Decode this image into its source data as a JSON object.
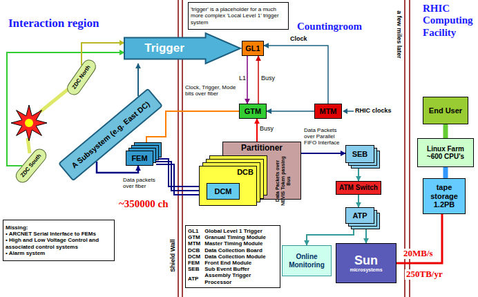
{
  "diagram": {
    "nodes": [
      {
        "text": [
          "'trigger' is a placeholder for a much more complex 'Local Level 1' trigger system"
        ]
      },
      {
        "text": [
          "Trigger"
        ]
      },
      {
        "text": [
          "GL1"
        ]
      },
      {
        "text": [
          "GTM"
        ]
      },
      {
        "text": [
          "MTM"
        ]
      },
      {
        "text": [
          "ZDC North"
        ]
      },
      {
        "text": [
          "ZDC South"
        ]
      },
      {
        "text": [
          "A Subsystem (e.g. East DC)"
        ]
      },
      {
        "text": [
          "FEM"
        ]
      },
      {
        "text": [
          "Partitioner"
        ]
      },
      {
        "text": [
          "DCB"
        ]
      },
      {
        "text": [
          "DCM"
        ],
        "in": 10
      },
      {
        "text": [
          "SEB"
        ]
      },
      {
        "text": [
          "ATM Switch"
        ]
      },
      {
        "text": [
          "ATP"
        ]
      },
      {
        "text": [
          "Online Monitoring"
        ]
      },
      {
        "text": [
          "Sun",
          "microsystems"
        ]
      },
      {
        "text": [
          "End User"
        ]
      },
      {
        "text": [
          "Linux Farm ~600 CPU's"
        ]
      },
      {
        "text": [
          "tape storage 1.2PB"
        ]
      },
      {
        "text": [
          "Missing:",
          "• ARCNET Serial Interface to FEMs",
          "• High and Low Voltage Control and associated control systems",
          "• Alarm system"
        ]
      },
      {
        "text": [
          "GL1",
          "Global Level 1 Trigger",
          "GTM",
          "Granual Timing Module",
          "MTM",
          "Master Timing Module",
          "DCB",
          "Data Collection Board",
          "DCM",
          "Data Collection Module",
          "FEM",
          "Front End Module",
          "SEB",
          "Sub Event Buffer",
          "ATP",
          "Assembly Trigger Processor"
        ]
      }
    ],
    "edges": [
      {
        "from": 6,
        "to": 1,
        "arrow": "to"
      },
      {
        "from": 5,
        "to": 1,
        "arrow": "to"
      },
      {
        "from": 7,
        "to": 1,
        "arrow": "to"
      },
      {
        "from": 2,
        "to": 3,
        "label": "L1",
        "arrow": "to"
      },
      {
        "from": 3,
        "to": 2,
        "label": "Busy",
        "arrow": "to"
      },
      {
        "from": 4,
        "to": 2,
        "label": "Clock",
        "arrow": "to"
      },
      {
        "from": 4,
        "to": 3,
        "arrow": "to"
      },
      {
        "from": 3,
        "to": 8,
        "label": "Clock, Trigger, Mode bits over fiber",
        "arrow": "to"
      },
      {
        "from": 9,
        "to": 3,
        "label": "Busy",
        "arrow": "to"
      },
      {
        "from": 7,
        "to": 8,
        "arrow": "to"
      },
      {
        "from": 8,
        "to": 11,
        "label": "Data packets over fiber",
        "arrow": "to"
      },
      {
        "from": 9,
        "to": 12,
        "label": "Data Packets over Parallel FIFO Interface",
        "arrow": "to"
      },
      {
        "from": 12,
        "to": 13,
        "arrow": "to"
      },
      {
        "from": 13,
        "to": 14,
        "arrow": "to"
      },
      {
        "from": 14,
        "to": 15,
        "arrow": "to"
      },
      {
        "from": 14,
        "to": 16,
        "arrow": "to"
      },
      {
        "from": 16,
        "to": 19,
        "arrow": "none"
      },
      {
        "from": 17,
        "to": 18,
        "arrow": "none"
      },
      {
        "from": 18,
        "to": 19,
        "arrow": "none"
      }
    ],
    "labels": [
      "Interaction region",
      "Countingroom",
      "RHIC Computing Facility",
      "RHIC clocks",
      "a few miles later",
      "~350000 ch",
      "Data Packets over NEVIS Token passing Bus",
      "Shield Wall",
      "20MB/s",
      "250TB/yr"
    ]
  }
}
